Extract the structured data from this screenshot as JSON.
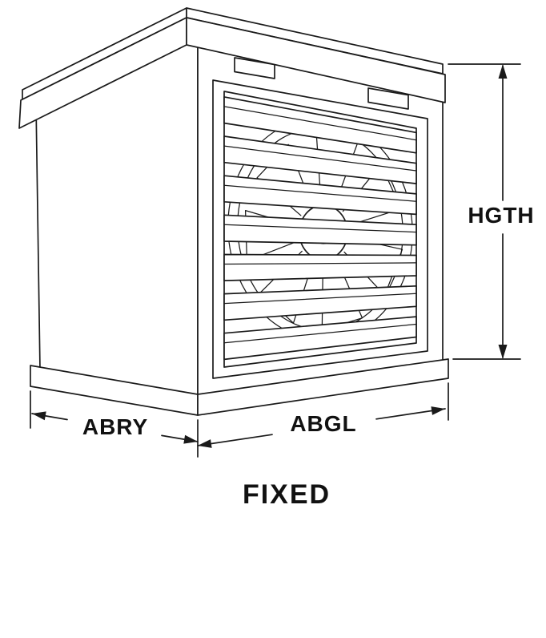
{
  "figure": {
    "caption": "FIXED",
    "dim_height": "HGTH",
    "dim_depth": "ABRY",
    "dim_width": "ABGL"
  },
  "colors": {
    "ink": "#1a1a1a",
    "background": "#ffffff"
  }
}
